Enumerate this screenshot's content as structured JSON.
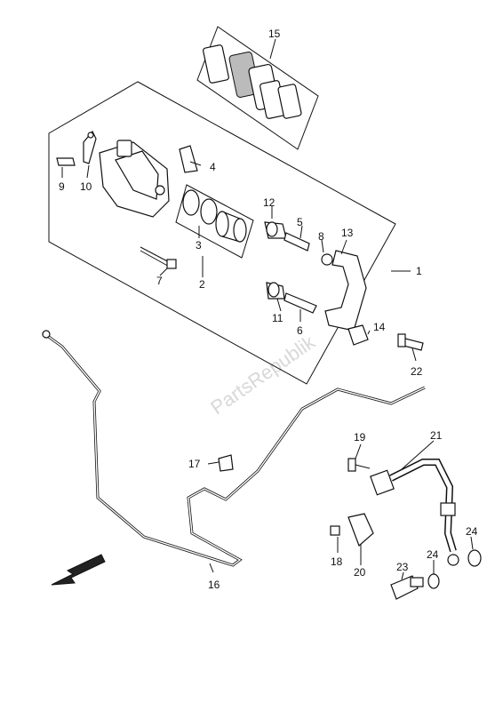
{
  "watermark": "PartsRepublik",
  "callouts": {
    "c1": "1",
    "c2": "2",
    "c3": "3",
    "c4": "4",
    "c5": "5",
    "c6": "6",
    "c7": "7",
    "c8": "8",
    "c9": "9",
    "c10": "10",
    "c11": "11",
    "c12": "12",
    "c13": "13",
    "c14": "14",
    "c15": "15",
    "c16": "16",
    "c17": "17",
    "c18": "18",
    "c19": "19",
    "c20": "20",
    "c21": "21",
    "c22": "22",
    "c23": "23",
    "c24a": "24",
    "c24b": "24"
  },
  "icons": {
    "direction_arrow": "front-direction-arrow-icon"
  }
}
